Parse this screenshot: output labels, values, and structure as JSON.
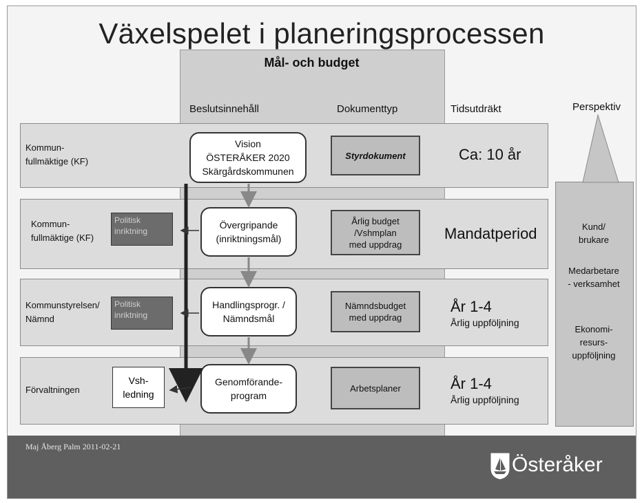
{
  "title": "Växelspelet i planeringsprocessen",
  "center": {
    "title": "Mål- och budget"
  },
  "headers": {
    "beslut": "Beslutsinnehåll",
    "dokument": "Dokumenttyp",
    "tid": "Tidsutdräkt",
    "perspektiv": "Perspektiv"
  },
  "rows": [
    {
      "label": "Kommun-\nfullmäktige (KF)",
      "beslut": "Vision\nÖSTERÅKER 2020\nSkärgårdskommunen",
      "doc": "Styrdokument",
      "time": "Ca: 10 år",
      "time_sub": ""
    },
    {
      "label": "Kommun-\nfullmäktige (KF)",
      "side_box": "Politisk\ninriktning",
      "beslut": "Övergripande\n(inriktningsmål)",
      "doc": "Årlig budget\n/Vshmplan\nmed uppdrag",
      "time": "Mandatperiod",
      "time_sub": ""
    },
    {
      "label": "Kommunstyrelsen/\nNämnd",
      "side_box": "Politisk\ninriktning",
      "beslut": "Handlingsprogr. /\nNämndsmål",
      "doc": "Nämndsbudget\nmed uppdrag",
      "time": "År 1-4",
      "time_sub": "Årlig uppföljning"
    },
    {
      "label": "Förvaltningen",
      "side_box": "Vsh-\nledning",
      "beslut": "Genomförande-\nprogram",
      "doc": "Arbetsplaner",
      "time": "År 1-4",
      "time_sub": "Årlig uppföljning"
    }
  ],
  "perspective": {
    "items": [
      "Kund/\nbrukare",
      "Medarbetare\n- verksamhet",
      "Ekonomi-\nresurs-\nuppföljning"
    ]
  },
  "footer": {
    "author": "Maj Åberg Palm 2011-02-21",
    "logo": "Österåker"
  },
  "colors": {
    "footer": "#5f5f5f",
    "center": "#cfcfcf",
    "rows": "#dcdcdc",
    "politisk": "#6c6c6c"
  }
}
